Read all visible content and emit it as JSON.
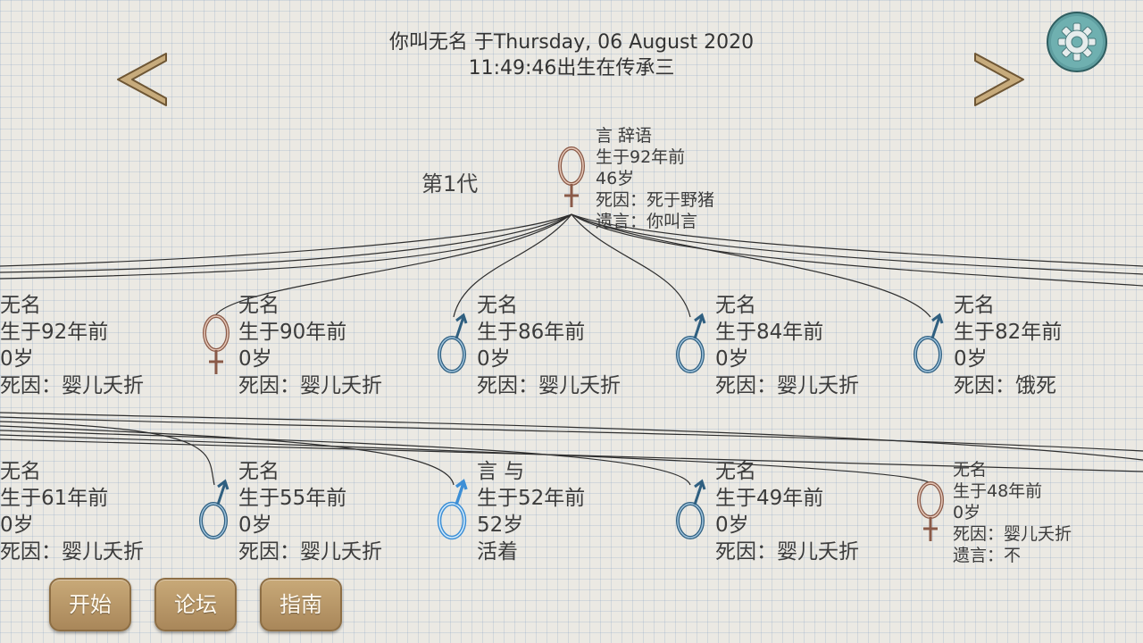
{
  "header": {
    "line1": "你叫无名 于Thursday, 06 August 2020",
    "line2": "11:49:46出生在传承三"
  },
  "generation": {
    "label": "第1代"
  },
  "root": {
    "gender": "female",
    "name": "言 辞语",
    "born": "生于92年前",
    "age": "46岁",
    "cause": "死因：死于野猪",
    "will": "遗言：你叫言"
  },
  "row1": [
    {
      "gender": "none",
      "name": "无名",
      "born": "生于92年前",
      "age": "0岁",
      "status": "死因：婴儿夭折"
    },
    {
      "gender": "female",
      "name": "无名",
      "born": "生于90年前",
      "age": "0岁",
      "status": "死因：婴儿夭折"
    },
    {
      "gender": "male",
      "name": "无名",
      "born": "生于86年前",
      "age": "0岁",
      "status": "死因：婴儿夭折"
    },
    {
      "gender": "male",
      "name": "无名",
      "born": "生于84年前",
      "age": "0岁",
      "status": "死因：婴儿夭折"
    },
    {
      "gender": "male",
      "name": "无名",
      "born": "生于82年前",
      "age": "0岁",
      "status": "死因：饿死"
    }
  ],
  "row2": [
    {
      "gender": "none",
      "name": "无名",
      "born": "生于61年前",
      "age": "0岁",
      "status": "死因：婴儿夭折"
    },
    {
      "gender": "male",
      "name": "无名",
      "born": "生于55年前",
      "age": "0岁",
      "status": "死因：婴儿夭折"
    },
    {
      "gender": "male-alive",
      "name": "言 与",
      "born": "生于52年前",
      "age": "52岁",
      "status": "活着"
    },
    {
      "gender": "male",
      "name": "无名",
      "born": "生于49年前",
      "age": "0岁",
      "status": "死因：婴儿夭折"
    },
    {
      "gender": "female",
      "name": "无名",
      "born": "生于48年前",
      "age": "0岁",
      "status": "死因：婴儿夭折",
      "will": "遗言：不"
    }
  ],
  "buttons": {
    "start": "开始",
    "forum": "论坛",
    "guide": "指南"
  },
  "icons": {
    "prev": "chevron-left-icon",
    "next": "chevron-right-icon",
    "settings": "gear-icon",
    "female": "female-symbol-icon",
    "male": "male-symbol-icon"
  },
  "colors": {
    "female": "#8a5a48",
    "male": "#2f5f80",
    "alive": "#3d8fd6",
    "button": "#b5946a",
    "gear": "#5f9ea0"
  }
}
